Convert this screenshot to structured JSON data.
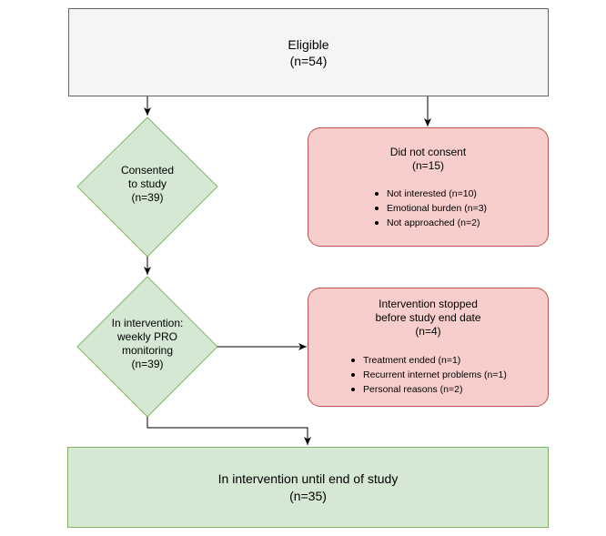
{
  "eligible": {
    "title": "Eligible",
    "count": "(n=54)"
  },
  "consented": {
    "line1": "Consented",
    "line2": "to study",
    "count": "(n=39)"
  },
  "did_not_consent": {
    "title": "Did not consent",
    "count": "(n=15)",
    "items": [
      "Not interested (n=10)",
      "Emotional burden (n=3)",
      "Not approached (n=2)"
    ]
  },
  "in_intervention": {
    "line1": "In intervention:",
    "line2": "weekly PRO",
    "line3": "monitoring",
    "count": "(n=39)"
  },
  "stopped": {
    "line1": "Intervention stopped",
    "line2": "before study end date",
    "count": "(n=4)",
    "items": [
      "Treatment ended (n=1)",
      "Recurrent internet problems (n=1)",
      "Personal reasons (n=2)"
    ]
  },
  "final": {
    "title": "In intervention until end of study",
    "count": "(n=35)"
  },
  "colors": {
    "neutral_fill": "#f5f5f5",
    "neutral_stroke": "#666666",
    "green_fill": "#d5e8d4",
    "green_stroke": "#82b366",
    "red_fill": "#f8cecc",
    "red_stroke": "#b85450"
  }
}
